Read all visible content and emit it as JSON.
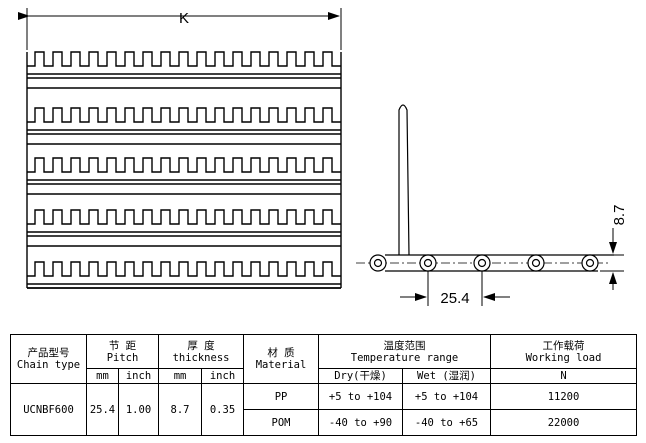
{
  "drawing": {
    "width_label": "K",
    "pitch_label": "25.4",
    "thickness_label": "8.7"
  },
  "table": {
    "h_type_cn": "产品型号",
    "h_type_en": "Chain type",
    "h_pitch_cn": "节 距",
    "h_pitch_en": "Pitch",
    "h_thick_cn": "厚 度",
    "h_thick_en": "thickness",
    "h_mat_cn": "材 质",
    "h_mat_en": "Material",
    "h_temp_cn": "温度范围",
    "h_temp_en": "Temperature range",
    "h_load_cn": "工作载荷",
    "h_load_en": "Working load",
    "u_mm1": "mm",
    "u_inch1": "inch",
    "u_mm2": "mm",
    "u_inch2": "inch",
    "u_dry": "Dry(干燥)",
    "u_wet": "Wet (湿润)",
    "u_n": "N",
    "type": "UCNBF600",
    "pitch_mm": "25.4",
    "pitch_inch": "1.00",
    "thick_mm": "8.7",
    "thick_inch": "0.35",
    "rows": [
      {
        "material": "PP",
        "dry": "+5 to +104",
        "wet": "+5 to +104",
        "load": "11200"
      },
      {
        "material": "POM",
        "dry": "-40 to +90",
        "wet": "-40 to +65",
        "load": "22000"
      }
    ]
  }
}
